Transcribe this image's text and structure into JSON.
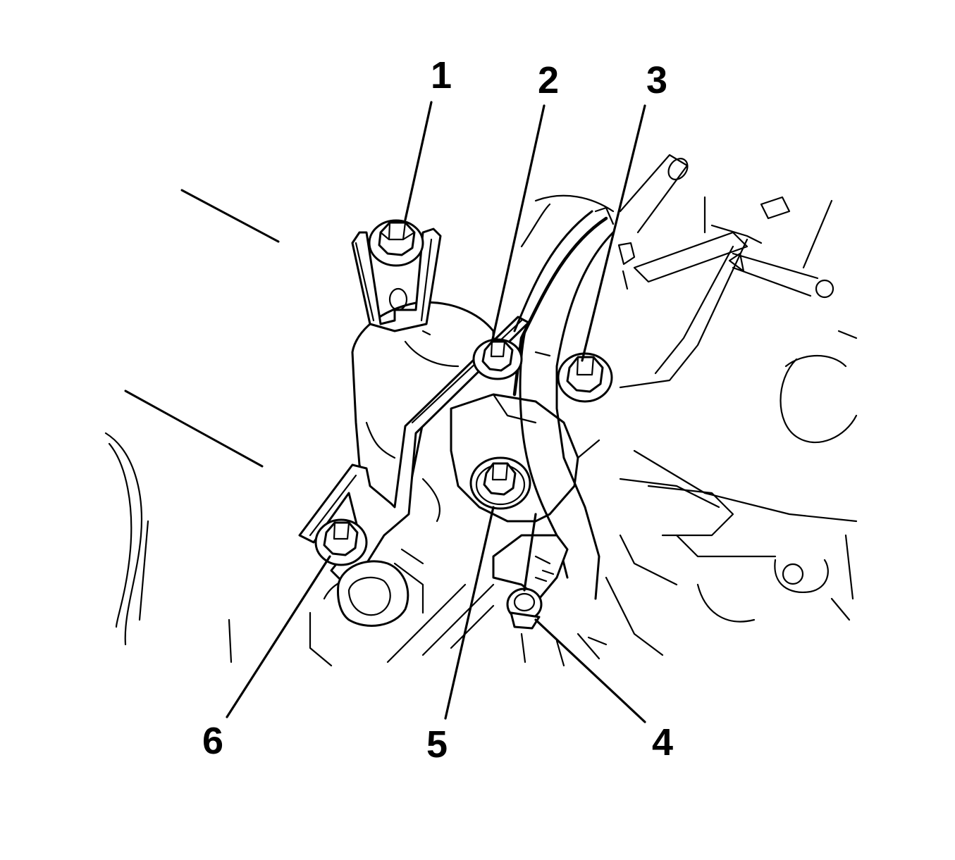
{
  "callouts": [
    {
      "id": "1",
      "label": "1",
      "part": "bolt-1"
    },
    {
      "id": "2",
      "label": "2",
      "part": "bolt-2"
    },
    {
      "id": "3",
      "label": "3",
      "part": "bolt-3"
    },
    {
      "id": "4",
      "label": "4",
      "part": "nut-4"
    },
    {
      "id": "5",
      "label": "5",
      "part": "nut-5"
    },
    {
      "id": "6",
      "label": "6",
      "part": "bolt-6"
    }
  ]
}
